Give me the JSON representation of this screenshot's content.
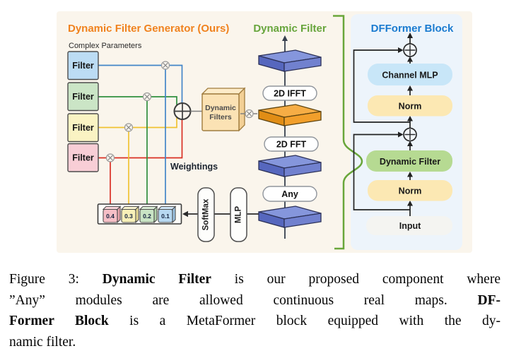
{
  "figure": {
    "generator": {
      "title": "Dynamic Filter Generator (Ours)",
      "params_label": "Complex Parameters",
      "filters": [
        {
          "label": "Filter",
          "fill": "#bcdcf4",
          "line_color": "#4285c8"
        },
        {
          "label": "Filter",
          "fill": "#cbe5c6",
          "line_color": "#2f8f3f"
        },
        {
          "label": "Filter",
          "fill": "#faf3c3",
          "line_color": "#f0c233"
        },
        {
          "label": "Filter",
          "fill": "#f8ced6",
          "line_color": "#d92f23"
        }
      ],
      "weightings_label": "Weightings",
      "weights": [
        {
          "value": "0.4",
          "fill": "#f5bfc6"
        },
        {
          "value": "0.3",
          "fill": "#f7f0b8"
        },
        {
          "value": "0.2",
          "fill": "#c9e4c4"
        },
        {
          "value": "0.1",
          "fill": "#b7d8f1"
        }
      ],
      "softmax_label": "SoftMax",
      "mlp_label": "MLP",
      "dynamic_filters_line1": "Dynamic",
      "dynamic_filters_line2": "Filters"
    },
    "pipeline": {
      "title": "Dynamic Filter",
      "ifft_label": "2D IFFT",
      "fft_label": "2D FFT",
      "any_label": "Any"
    },
    "dfformer": {
      "title": "DFFormer Block",
      "channel_mlp_label": "Channel MLP",
      "norm1_label": "Norm",
      "dynamic_filter_label": "Dynamic Filter",
      "norm2_label": "Norm",
      "input_label": "Input"
    },
    "colors": {
      "figure_bg": "#faf5ec",
      "dfformer_panel_bg": "#edf4fb",
      "generator_title": "#f0821e",
      "pipeline_title": "#67a53c",
      "dfformer_title": "#1a7bd0",
      "brace_green": "#69a63a",
      "slab_blue": "#7181cf",
      "slab_orange": "#f29f2b",
      "channel_mlp_fill": "#c8e6f8",
      "norm_fill": "#fce8b3",
      "dynamic_filter_fill": "#b6da92",
      "input_fill": "#f4f4f1",
      "line_blue": "#4285c8",
      "line_green": "#2f8f3f",
      "line_yellow": "#f0c233",
      "line_red": "#d92f23"
    }
  },
  "caption": {
    "l1_pre": "Figure 3:  ",
    "l1_bold": "Dynamic Filter",
    "l1_post": " is our proposed component where",
    "l2_pre": "”Any” modules are allowed continuous real maps. ",
    "l2_bold": "DF-",
    "l3_bold": "Former Block",
    "l3_post": " is a MetaFormer block equipped with the dy-",
    "l4": "namic filter."
  }
}
